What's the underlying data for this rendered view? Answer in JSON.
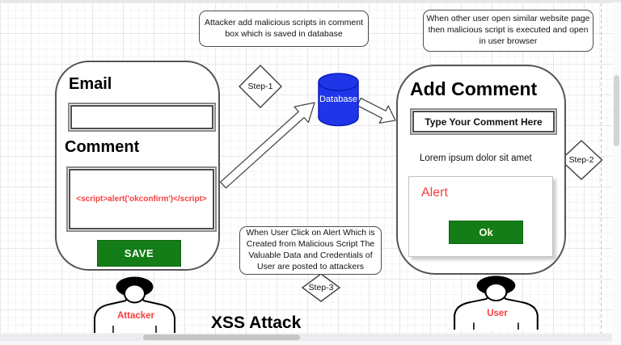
{
  "diagram_title": "XSS Attack",
  "colors": {
    "accent_blue": "#1e35e8",
    "accent_green": "#147d17",
    "accent_red": "#fb3d3d"
  },
  "notes": {
    "step1_note": "Attacker add malicious scripts in comment box which is saved in database",
    "step2_note": "When other user open similar website page then malicious script is executed and open in user browser",
    "step3_note": "When User Click on Alert Which is Created from Malicious Script The Valuable Data and Credentials of User are posted to attackers"
  },
  "steps": {
    "step1": "Step-1",
    "step2": "Step-2",
    "step3": "Step-3"
  },
  "attacker_form": {
    "email_label": "Email",
    "email_value": "",
    "comment_label": "Comment",
    "comment_value": "<script>alert('okconfirm')</script>",
    "save_button": "SAVE"
  },
  "database": {
    "label": "Database"
  },
  "user_page": {
    "title": "Add Comment",
    "comment_input_text": "Type Your Comment Here",
    "comment_preview": "Lorem ipsum dolor sit amet",
    "alert_dialog": {
      "title": "Alert",
      "ok_button": "Ok"
    }
  },
  "actors": {
    "attacker_label": "Attacker",
    "user_label": "User"
  }
}
